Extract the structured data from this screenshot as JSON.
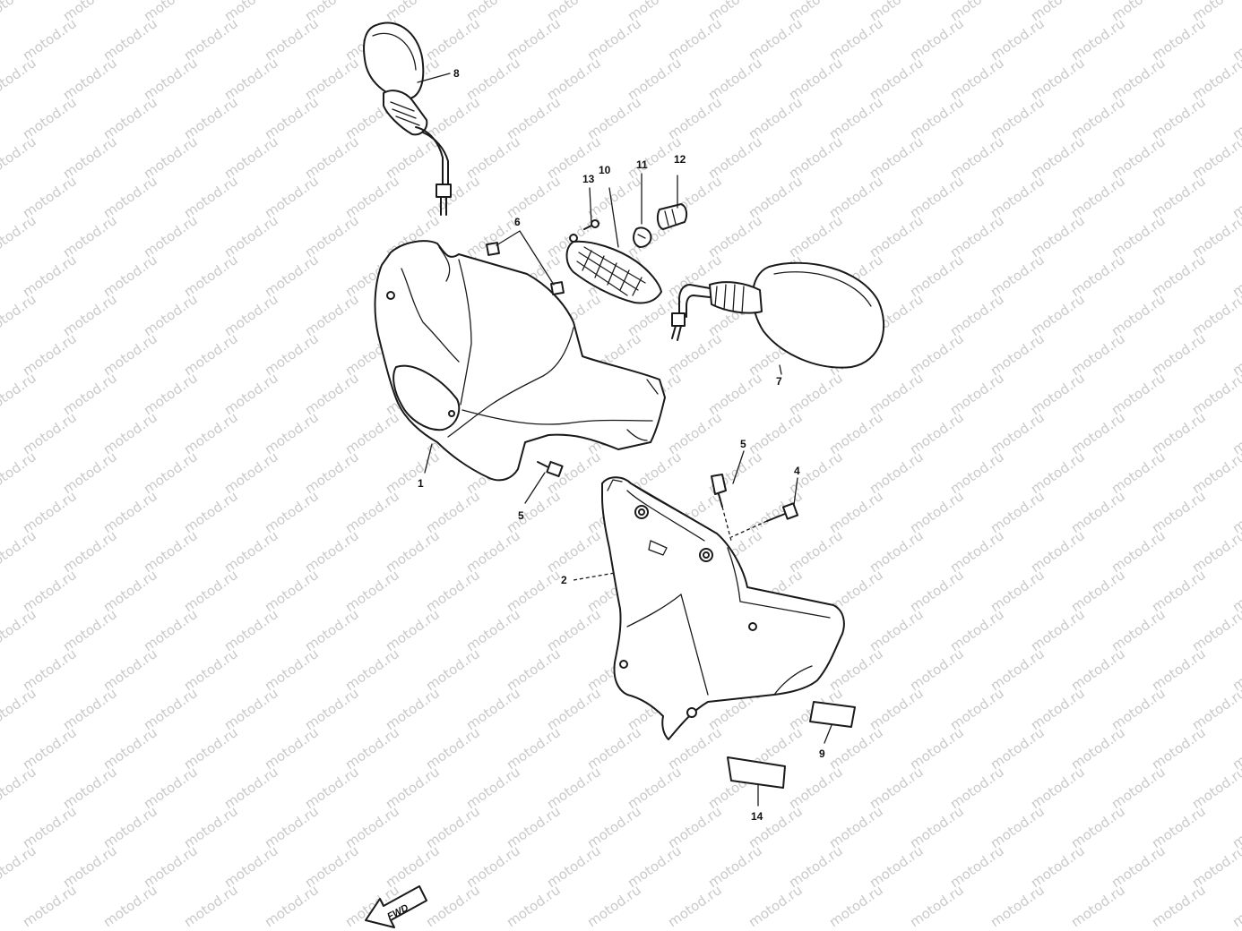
{
  "watermark": "motod.ru",
  "fwd_label": "FWD",
  "callouts": {
    "p1": "1",
    "p2": "2",
    "p4": "4",
    "p5a": "5",
    "p5b": "5",
    "p6": "6",
    "p7": "7",
    "p8": "8",
    "p9": "9",
    "p10": "10",
    "p11": "11",
    "p12": "12",
    "p13": "13",
    "p14": "14"
  }
}
